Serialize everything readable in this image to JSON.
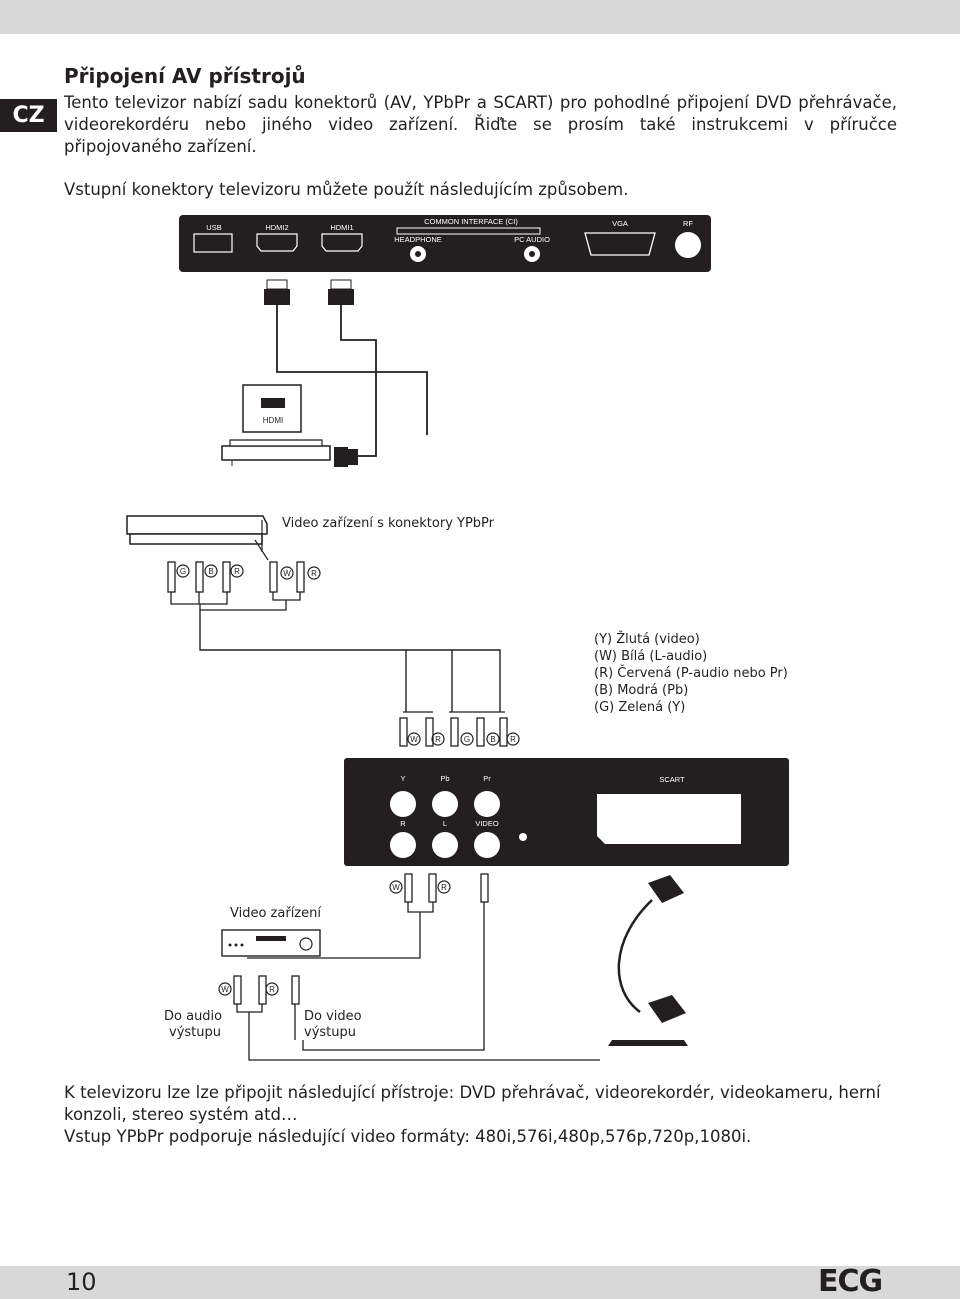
{
  "header": {
    "lang_tab": "CZ"
  },
  "section": {
    "title": "Připojení AV přístrojů",
    "intro": "Tento televizor nabízí sadu konektorů (AV, YPbPr a SCART) pro pohodlné připojení DVD přehrávače, videorekordéru nebo jiného video zařízení. Řiďte se prosím také instrukcemi v příručce připojovaného zařízení.",
    "intro2": "Vstupní konektory televizoru můžete použít následujícím způsobem."
  },
  "tv_panel_top": {
    "usb": "USB",
    "hdmi2": "HDMI2",
    "hdmi1": "HDMI1",
    "ci": "COMMON INTERFACE (CI)",
    "headphone": "HEADPHONE",
    "pc_audio": "PC AUDIO",
    "vga": "VGA",
    "rf": "RF"
  },
  "hdmi_device": {
    "port_label": "HDMI"
  },
  "ypbpr_device": {
    "caption": "Video zařízení s konektory YPbPr"
  },
  "plug_letters": {
    "g": "G",
    "b": "B",
    "r": "R",
    "w": "W"
  },
  "legend": [
    "(Y) Žlutá (video)",
    "(W) Bílá (L-audio)",
    "(R) Červená (P-audio nebo Pr)",
    "(B) Modrá (Pb)",
    "(G) Zelená (Y)"
  ],
  "tv_panel_bottom": {
    "y": "Y",
    "pb": "Pb",
    "pr": "Pr",
    "scart": "SCART",
    "r": "R",
    "l": "L",
    "video": "VIDEO"
  },
  "av_device": {
    "caption": "Video zařízení",
    "audio_out": [
      "Do audio",
      "výstupu"
    ],
    "video_out": [
      "Do video",
      "výstupu"
    ]
  },
  "footer": {
    "text1": "K televizoru lze lze připojit následující přístroje: DVD přehrávač, videorekordér, videokameru, herní konzoli, stereo systém atd…",
    "text2": "Vstup YPbPr podporuje následující video formáty: 480i,576i,480p,576p,720p,1080i.",
    "page_number": "10",
    "logo": "ECG"
  },
  "colors": {
    "panel": "#231f20",
    "bar": "#d8d8d8",
    "tab": "#231f20"
  }
}
